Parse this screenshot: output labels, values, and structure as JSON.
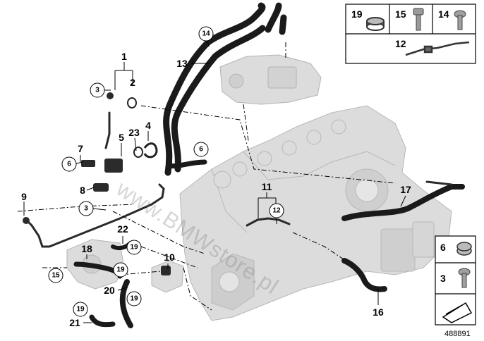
{
  "callouts": [
    {
      "id": "c1",
      "text": "1"
    },
    {
      "id": "c2",
      "text": "2"
    },
    {
      "id": "c4",
      "text": "4"
    },
    {
      "id": "c5",
      "text": "5"
    },
    {
      "id": "c7",
      "text": "7"
    },
    {
      "id": "c8",
      "text": "8"
    },
    {
      "id": "c9",
      "text": "9"
    },
    {
      "id": "c10",
      "text": "10"
    },
    {
      "id": "c11",
      "text": "11"
    },
    {
      "id": "c13",
      "text": "13"
    },
    {
      "id": "c16",
      "text": "16"
    },
    {
      "id": "c17",
      "text": "17"
    },
    {
      "id": "c18",
      "text": "18"
    },
    {
      "id": "c20",
      "text": "20"
    },
    {
      "id": "c21",
      "text": "21"
    },
    {
      "id": "c22",
      "text": "22"
    },
    {
      "id": "c23",
      "text": "23"
    }
  ],
  "circled": [
    {
      "id": "k3a",
      "text": "3"
    },
    {
      "id": "k3b",
      "text": "3"
    },
    {
      "id": "k6a",
      "text": "6"
    },
    {
      "id": "k6b",
      "text": "6"
    },
    {
      "id": "k12",
      "text": "12"
    },
    {
      "id": "k14",
      "text": "14"
    },
    {
      "id": "k15",
      "text": "15"
    },
    {
      "id": "k19a",
      "text": "19"
    },
    {
      "id": "k19b",
      "text": "19"
    },
    {
      "id": "k19c",
      "text": "19"
    },
    {
      "id": "k19d",
      "text": "19"
    }
  ],
  "legend_top": [
    "19",
    "15",
    "14",
    "12"
  ],
  "legend_side": [
    "6",
    "3"
  ],
  "watermark": "www.BMWstore.pl",
  "document_id": "488891",
  "colors": {
    "hose": "#1a1a1a",
    "engine": "#d9d9d9",
    "engine_edge": "#b3b3b3",
    "line": "#000000"
  }
}
